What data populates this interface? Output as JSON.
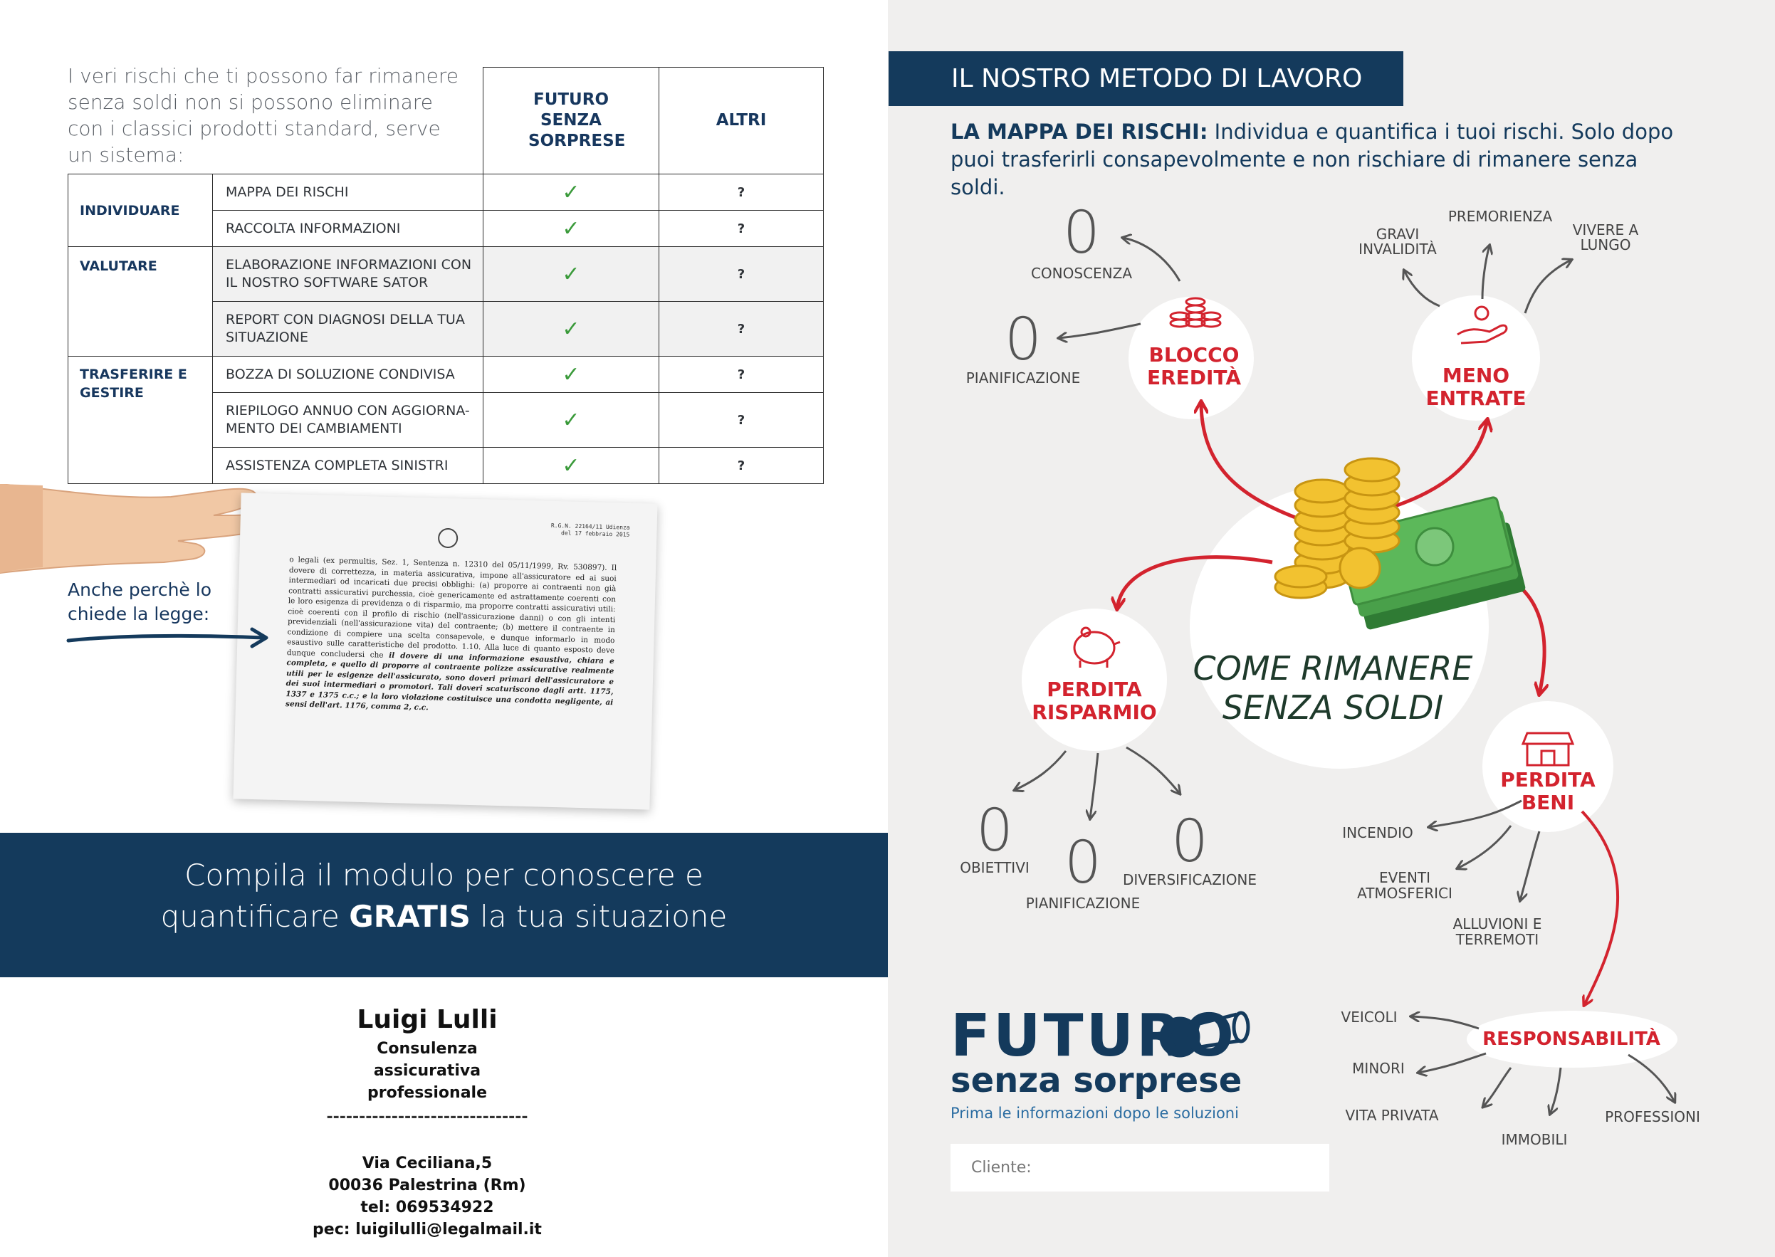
{
  "intro": "I veri rischi che ti possono far rimanere senza soldi non si possono eliminare con i classici prodotti standard, serve un sistema:",
  "table": {
    "col_a": "FUTURO SENZA SORPRESE",
    "col_b": "ALTRI",
    "categories": [
      "INDIVIDUARE",
      "VALUTARE",
      "TRASFERIRE E GESTIRE"
    ],
    "rows": [
      {
        "item": "MAPPA DEI RISCHI",
        "a": "✓",
        "b": "?"
      },
      {
        "item": "RACCOLTA INFORMAZIONI",
        "a": "✓",
        "b": "?"
      },
      {
        "item": "ELABORAZIONE INFORMAZIONI CON IL NOSTRO SOFTWARE SATOR",
        "a": "✓",
        "b": "?"
      },
      {
        "item": "REPORT CON DIAGNOSI DELLA TUA SITUAZIONE",
        "a": "✓",
        "b": "?"
      },
      {
        "item": "BOZZA DI SOLUZIONE CONDIVISA",
        "a": "✓",
        "b": "?"
      },
      {
        "item": "RIEPILOGO ANNUO CON AGGIORNA-MENTO DEI CAMBIAMENTI",
        "a": "✓",
        "b": "?"
      },
      {
        "item": "ASSISTENZA COMPLETA SINISTRI",
        "a": "✓",
        "b": "?"
      }
    ]
  },
  "law_note": "Anche perchè lo chiede la legge:",
  "document": {
    "ref": "R.G.N. 22164/11 Udienza del 17 febbraio 2015",
    "text": "o legali (ex permultis, Sez. 1, Sentenza n. 12310 del 05/11/1999, Rv. 530897). Il dovere di correttezza, in materia assicurativa, impone all'assicuratore ed ai suoi intermediari od incaricati due precisi obblighi: (a) proporre ai contraenti non già contratti assicurativi purchessia, cioè genericamente ed astrattamente coerenti con le loro esigenza di previdenza o di risparmio, ma proporre contratti assicurativi utili: cioè coerenti con il profilo di rischio (nell'assicurazione danni) o con gli intenti previdenziali (nell'assicurazione vita) del contraente; (b) mettere il contraente in condizione di compiere una scelta consapevole, e dunque informarlo in modo esaustivo sulle caratteristiche del prodotto. 1.10. Alla luce di quanto esposto deve dunque concludersi che",
    "emphasis": "il dovere di una informazione esaustiva, chiara e completa, e quello di proporre al contraente polizze assicurative realmente utili per le esigenze dell'assicurato, sono doveri primari dell'assicuratore e dei suoi intermediari o promotori. Tali doveri scaturiscono dagli artt. 1175, 1337 e 1375 c.c.; e la loro violazione costituisce una condotta negligente, ai sensi dell'art. 1176, comma 2, c.c."
  },
  "banner": {
    "line1": "Compila il modulo per conoscere e",
    "line2_pre": "quantificare ",
    "line2_bold": "GRATIS",
    "line2_post": " la tua situazione"
  },
  "contact": {
    "name": "Luigi Lulli",
    "role": "Consulenza assicurativa professionale",
    "divider": "-------------------------------",
    "address": "Via Ceciliana,5",
    "city": "00036 Palestrina (Rm)",
    "phone": "tel: 069534922",
    "pec": "pec: luigilulli@legalmail.it"
  },
  "right": {
    "title": "IL NOSTRO METODO DI LAVORO",
    "intro_label": "LA MAPPA DEI RISCHI:",
    "intro_text": " Individua e quantifica i tuoi rischi. Solo dopo puoi trasferirli consapevolmente e non rischiare di rimanere senza soldi.",
    "center_line1": "COME RIMANERE",
    "center_line2": "SENZA SOLDI",
    "blocco": {
      "l1": "BLOCCO",
      "l2": "EREDITÀ",
      "items": [
        {
          "num": "0",
          "label": "CONOSCENZA"
        },
        {
          "num": "0",
          "label": "PIANIFICAZIONE"
        }
      ]
    },
    "meno": {
      "l1": "MENO",
      "l2": "ENTRATE",
      "items": [
        "GRAVI",
        "INVALIDITÀ",
        "PREMORIENZA",
        "VIVERE A",
        "LUNGO"
      ]
    },
    "risparmio": {
      "l1": "PERDITA",
      "l2": "RISPARMIO",
      "items": [
        {
          "num": "0",
          "label": "OBIETTIVI"
        },
        {
          "num": "0",
          "label": "PIANIFICAZIONE"
        },
        {
          "num": "0",
          "label": "DIVERSIFICAZIONE"
        }
      ]
    },
    "beni": {
      "l1": "PERDITA",
      "l2": "BENI",
      "items": [
        "INCENDIO",
        "EVENTI",
        "ATMOSFERICI",
        "ALLUVIONI E",
        "TERREMOTI"
      ]
    },
    "resp": {
      "label": "RESPONSABILITÀ",
      "items": [
        "VEICOLI",
        "MINORI",
        "VITA PRIVATA",
        "IMMOBILI",
        "PROFESSIONI"
      ]
    },
    "logo_big": "FUTURO",
    "logo_sub": "senza sorprese",
    "logo_tag": "Prima le informazioni dopo le soluzioni",
    "client_label": "Cliente:"
  },
  "colors": {
    "navy": "#143a5c",
    "red": "#d3232e",
    "green": "#3a9a3a",
    "grey_bg": "#f0efee"
  }
}
